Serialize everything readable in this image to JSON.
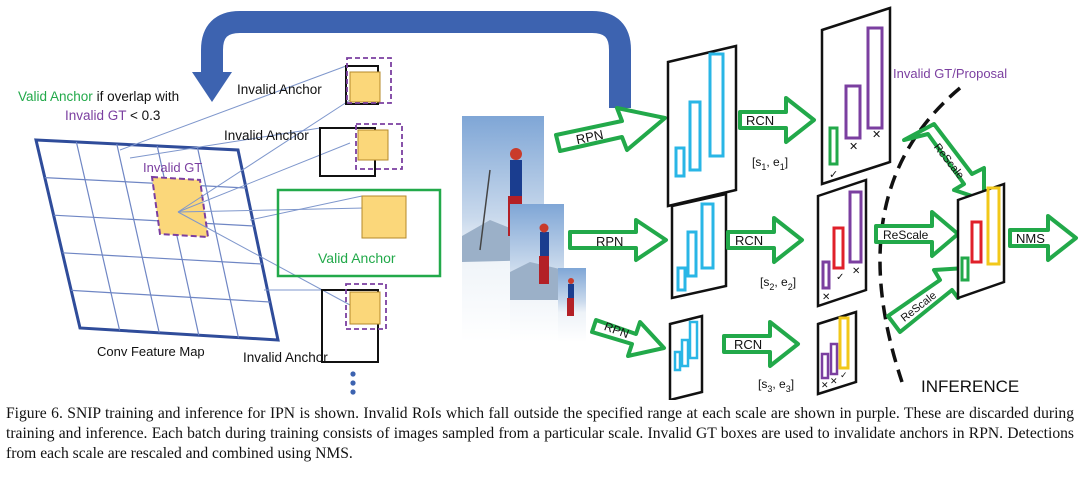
{
  "labels": {
    "valid_if_prefix": "Valid Anchor",
    "valid_if_suffix": " if overlap with",
    "invalid_gt_word": "Invalid GT",
    "threshold": " < 0.3",
    "invalid_anchor": "Invalid Anchor",
    "valid_anchor": "Valid Anchor",
    "invalid_gt": "Invalid GT",
    "conv_feature_map": "Conv Feature Map",
    "rpn": "RPN",
    "rcn": "RCN",
    "rescale": "ReScale",
    "nms": "NMS",
    "invalid_gt_proposal": "Invalid GT/Proposal",
    "inference": "INFERENCE",
    "range1_base": "[s",
    "range1_sub_s": "1",
    "range1_mid": ", e",
    "range1_sub_e": "1",
    "range1_end": "]",
    "range2_base": "[s",
    "range2_sub_s": "2",
    "range2_mid": ", e",
    "range2_sub_e": "2",
    "range2_end": "]",
    "range3_base": "[s",
    "range3_sub_s": "3",
    "range3_mid": ", e",
    "range3_sub_e": "3",
    "range3_end": "]"
  },
  "caption": {
    "text": "Figure 6. SNIP training and inference for IPN is shown. Invalid RoIs which fall outside the specified range at each scale are shown in purple. These are discarded during training and inference. Each batch during training consists of images sampled from a particular scale. Invalid GT boxes are used to invalidate anchors in RPN. Detections from each scale are rescaled and combined using NMS."
  },
  "colors": {
    "green": "#22a94a",
    "purple": "#7b3fa0",
    "blue_arrow": "#3d63b0",
    "grid_blue": "#2f4c9a",
    "cyan": "#29b6e6",
    "red": "#e0202a",
    "yellow": "#f2c81a",
    "anchor_fill": "#fbd77a"
  },
  "icons": {
    "check": "check-mark-icon",
    "cross": "cross-mark-icon",
    "dots": "vertical-ellipsis-icon"
  }
}
